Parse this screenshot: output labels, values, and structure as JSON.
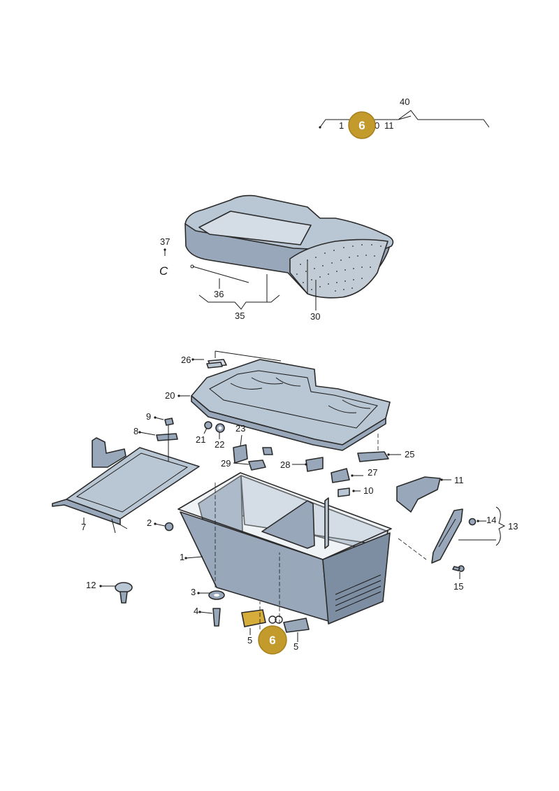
{
  "labels": {
    "l40": "40",
    "l1a": "1",
    "l0": "0",
    "l11a": "11",
    "l37": "37",
    "lC": "C",
    "l36": "36",
    "l35": "35",
    "l30": "30",
    "l26": "26",
    "l20": "20",
    "l9": "9",
    "l8": "8",
    "l21": "21",
    "l22": "22",
    "l23": "23",
    "l25": "25",
    "l29": "29",
    "l28": "28",
    "l27": "27",
    "l10": "10",
    "l11": "11",
    "l7": "7",
    "l2": "2",
    "l1": "1",
    "l14": "14",
    "l13": "13",
    "l15": "15",
    "l12": "12",
    "l3": "3",
    "l4": "4",
    "l5a": "5",
    "l5b": "5"
  },
  "badges": {
    "top": "6",
    "bottom": "6"
  },
  "colors": {
    "badge_fill": "#c39a2c",
    "badge_ring": "#a77f1c",
    "highlight": "#d6ad3a",
    "part_fill": "#98a8ba"
  }
}
